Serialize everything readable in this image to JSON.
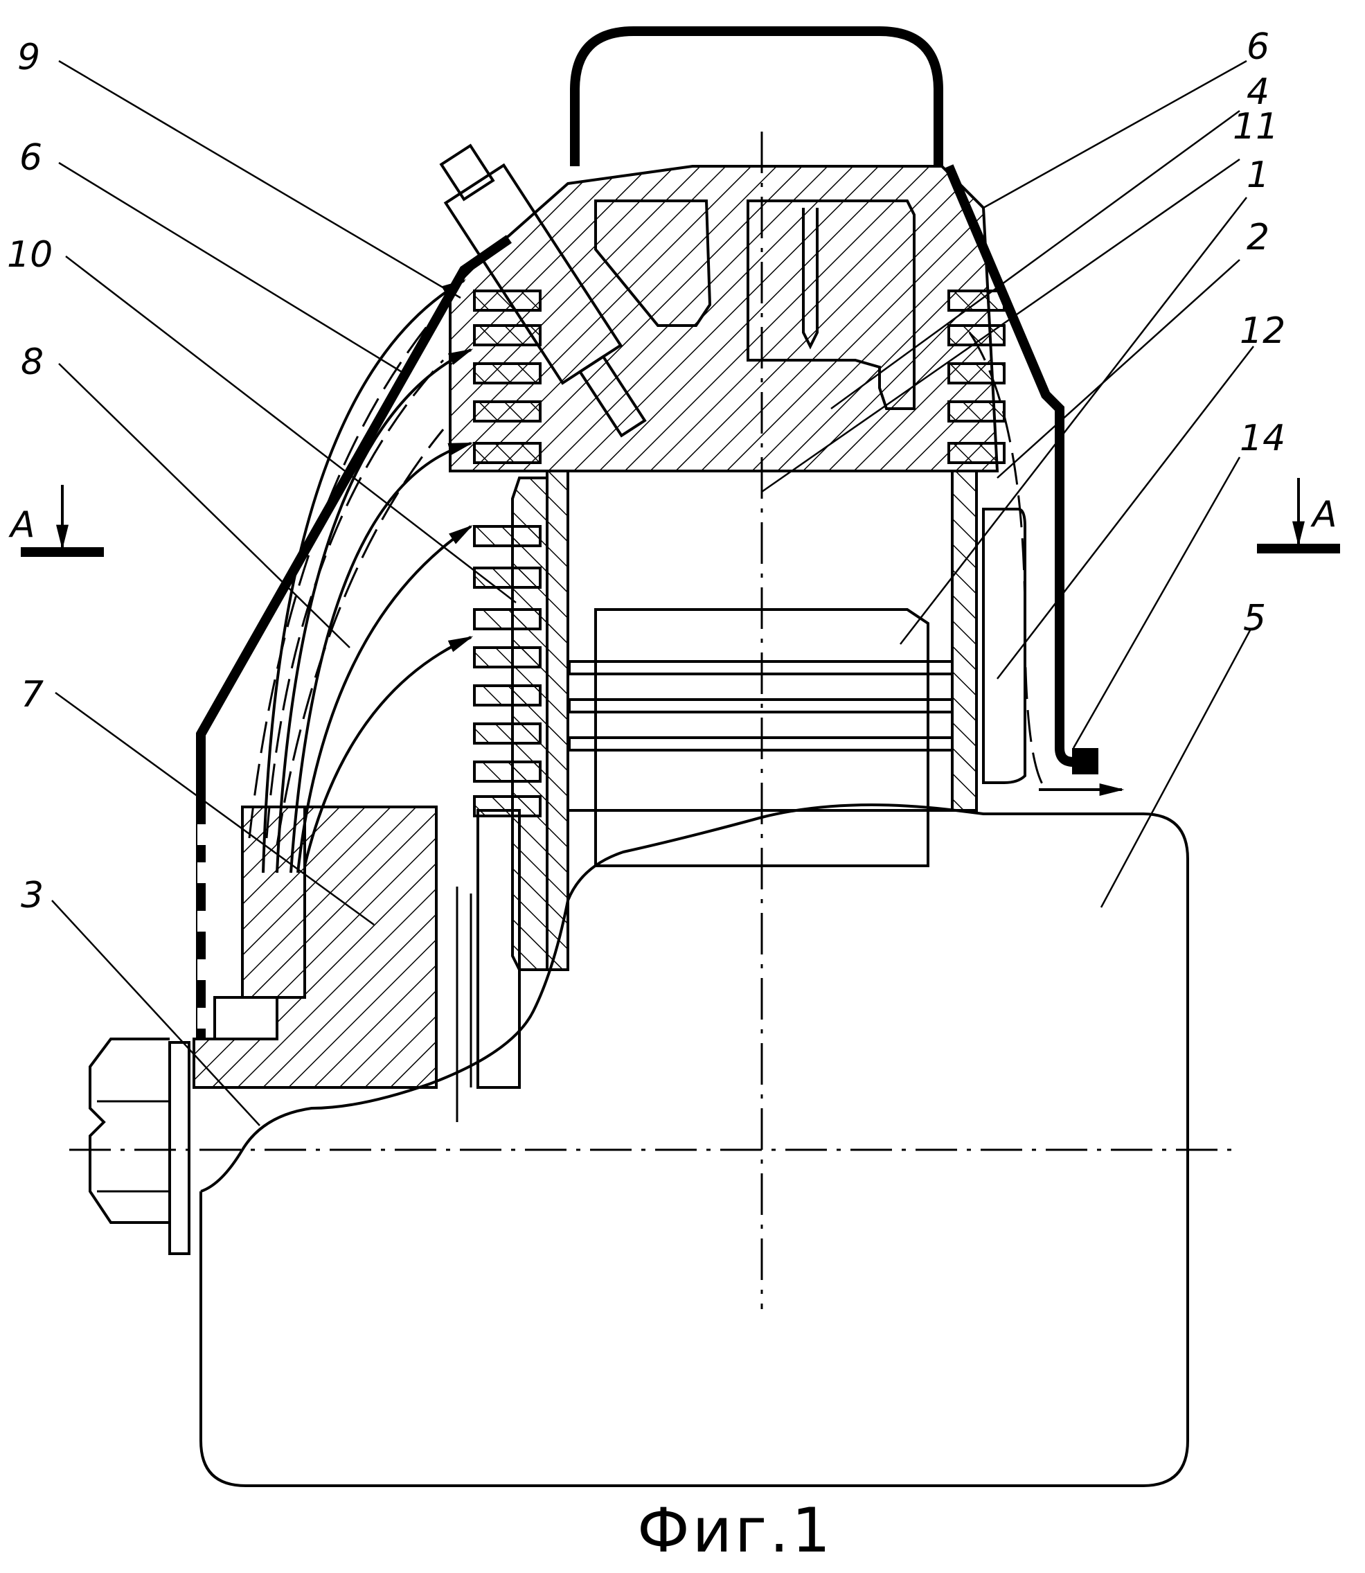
{
  "figure": {
    "caption": "Фиг.1",
    "section_mark": "A"
  },
  "labels": {
    "l9": "9",
    "l6_left": "6",
    "l10": "10",
    "l8": "8",
    "l7": "7",
    "l3": "3",
    "l6_right": "6",
    "l4": "4",
    "l11": "11",
    "l1": "1",
    "l2": "2",
    "l12": "12",
    "l14": "14",
    "l5": "5"
  }
}
